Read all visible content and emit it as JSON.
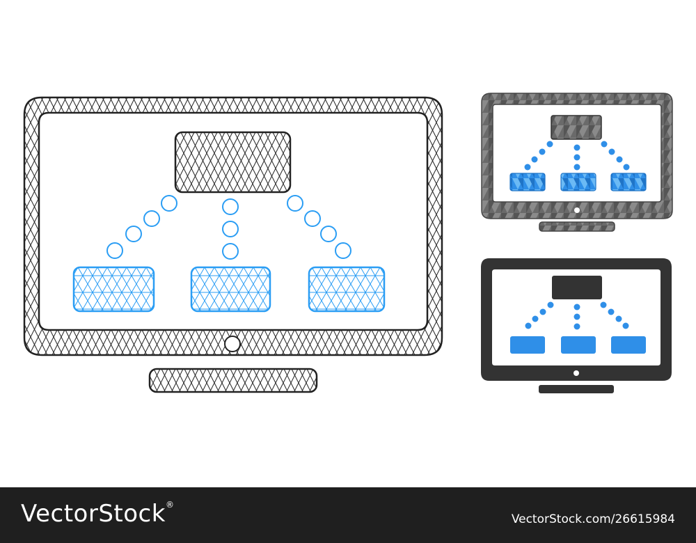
{
  "icons": [
    {
      "name": "mesh-hierarchy-monitor-icon",
      "style": "triangulated mesh",
      "colors": {
        "frame": "#222222",
        "nodes": "#2a9df4"
      }
    },
    {
      "name": "mosaic-hierarchy-monitor-icon",
      "style": "triangle mosaic",
      "colors": {
        "frame": "#6d6d6d",
        "nodes": "#3aa0e8"
      }
    },
    {
      "name": "flat-hierarchy-monitor-icon",
      "style": "flat",
      "colors": {
        "frame": "#333333",
        "nodes": "#2f8fe8"
      }
    }
  ],
  "footer": {
    "brand_text": "VectorStock",
    "registered_mark": "®",
    "image_id": "VectorStock.com/26615984"
  },
  "colors": {
    "footer_bg": "#1f1f1f",
    "footer_text": "#ffffff",
    "accent_blue": "#2f8fe8"
  }
}
